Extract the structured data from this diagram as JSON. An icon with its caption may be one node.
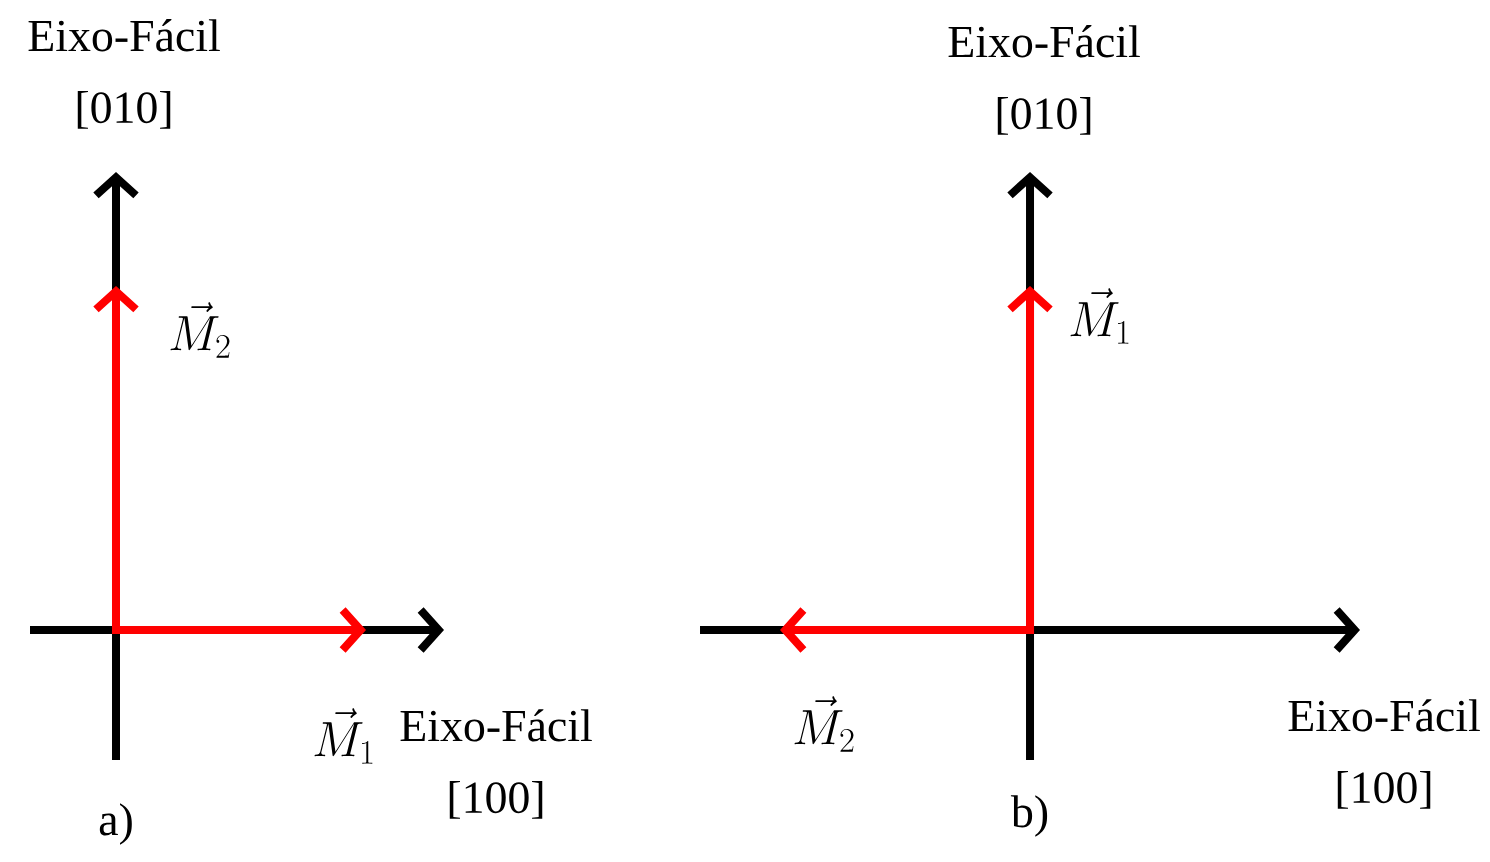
{
  "diagram": {
    "labels": [
      "Eixo-Fácil [010]",
      "Eixo-Fácil [010]",
      "\\vec{M}_2",
      "\\vec{M}_1",
      "\\vec{M}_1",
      "Eixo-Fácil [100]",
      "\\vec{M}_2",
      "Eixo-Fácil [100]",
      "a)",
      "b)"
    ]
  }
}
